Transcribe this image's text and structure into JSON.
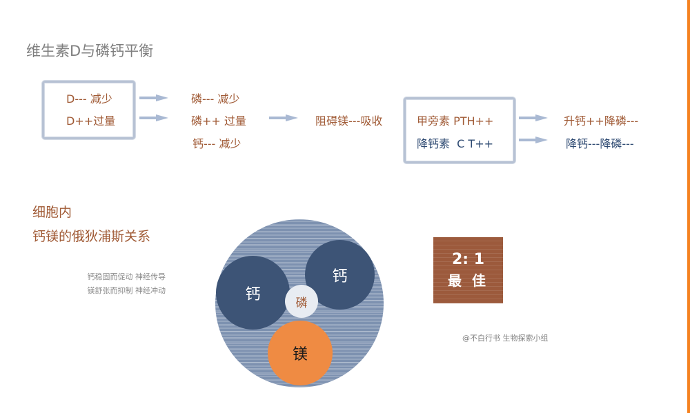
{
  "title": "维生素D与磷钙平衡",
  "flow": {
    "box1": {
      "line1": "D--- 减少",
      "line2": "D++过量"
    },
    "col2": {
      "line1": "磷--- 减少",
      "line2": "磷++ 过量",
      "line3": "钙--- 减少"
    },
    "col3": {
      "line1": "阻碍镁---吸收"
    },
    "box2": {
      "line1": "甲旁素 PTH++",
      "line2": "降钙素  C T++"
    },
    "col4": {
      "line1": "升钙++降磷---",
      "line2": "降钙---降磷---"
    },
    "arrow_icon": "right-arrow-icon"
  },
  "section2": {
    "title_line1": "细胞内",
    "title_line2": "钙镁的俄狄浦斯关系",
    "note_line1": "钙稳固而促动 神经传导",
    "note_line2": "镁舒张而抑制 神经冲动"
  },
  "diagram": {
    "calcium_left": "钙",
    "calcium_right": "钙",
    "phosphorus": "磷",
    "magnesium": "镁"
  },
  "ratio_card": {
    "ratio": "2: 1",
    "label": "最 佳"
  },
  "credit": "@不白行书 生物探索小组",
  "colors": {
    "brown_text": "#a05a35",
    "navy_text": "#2e4a72",
    "title_gray": "#7f7f7f",
    "box_border": "#b7c2d4",
    "calcium_circle": "#3d5476",
    "magnesium_circle": "#ef8b43",
    "outer_circle": "#7d91b0",
    "ratio_card_bg": "#9c5a3c",
    "accent_bar": "#f58220"
  }
}
